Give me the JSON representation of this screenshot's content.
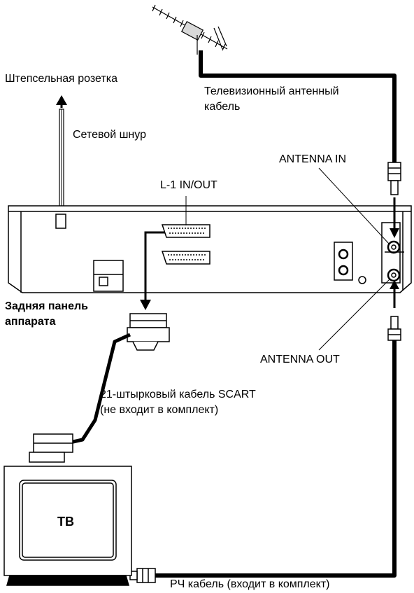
{
  "labels": {
    "power_outlet": "Штепсельная розетка",
    "power_cord": "Сетевой шнур",
    "tv_antenna_cable_line1": "Телевизионный антенный",
    "tv_antenna_cable_line2": "кабель",
    "antenna_in": "ANTENNA IN",
    "l1_in_out": "L-1 IN/OUT",
    "rear_panel_line1": "Задняя панель",
    "rear_panel_line2": "аппарата",
    "antenna_out": "ANTENNA OUT",
    "scart_cable_line1": "21-штырковый кабель SCART",
    "scart_cable_line2": "(не входит в комплект)",
    "tv": "ТВ",
    "rf_cable": "РЧ кабель (входит в комплект)"
  }
}
